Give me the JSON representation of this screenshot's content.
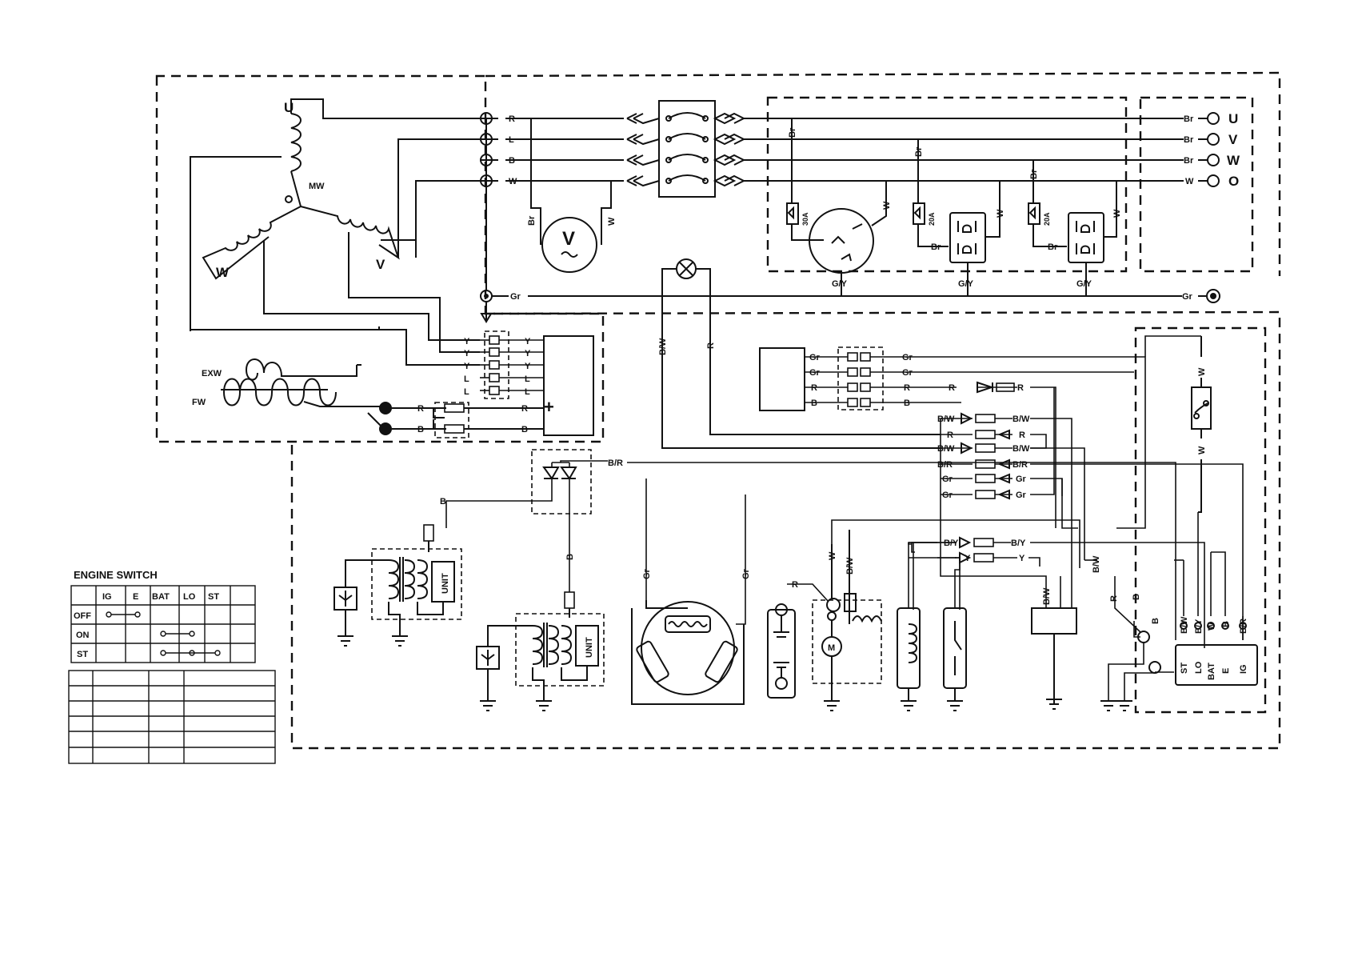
{
  "phases": {
    "u": "U",
    "v": "V",
    "w": "W",
    "mw": "MW",
    "o": "O"
  },
  "coils": {
    "exw": "EXW",
    "fw": "FW"
  },
  "wire_colors": {
    "r": "R",
    "l": "L",
    "b": "B",
    "w": "W",
    "br": "Br",
    "gr": "Gr",
    "y": "Y",
    "gy": "G/Y",
    "bw": "B/W",
    "br_slash": "B/R",
    "by": "B/Y"
  },
  "outputs": {
    "u": "U",
    "v": "V",
    "w": "W",
    "o": "O"
  },
  "breaker_ratings": [
    "30A",
    "20A",
    "20A"
  ],
  "meter_symbol": "V",
  "regulator_plus": "+",
  "unit_label": "UNIT",
  "motor_label": "M",
  "switch_terminals": [
    "ST",
    "LO",
    "BAT",
    "E",
    "IG"
  ],
  "engine_switch": {
    "title": "ENGINE SWITCH",
    "columns": [
      "IG",
      "E",
      "BAT",
      "LO",
      "ST"
    ],
    "rows": [
      "OFF",
      "ON",
      "ST"
    ]
  },
  "colors": {
    "ink": "#111111",
    "background": "#ffffff"
  }
}
